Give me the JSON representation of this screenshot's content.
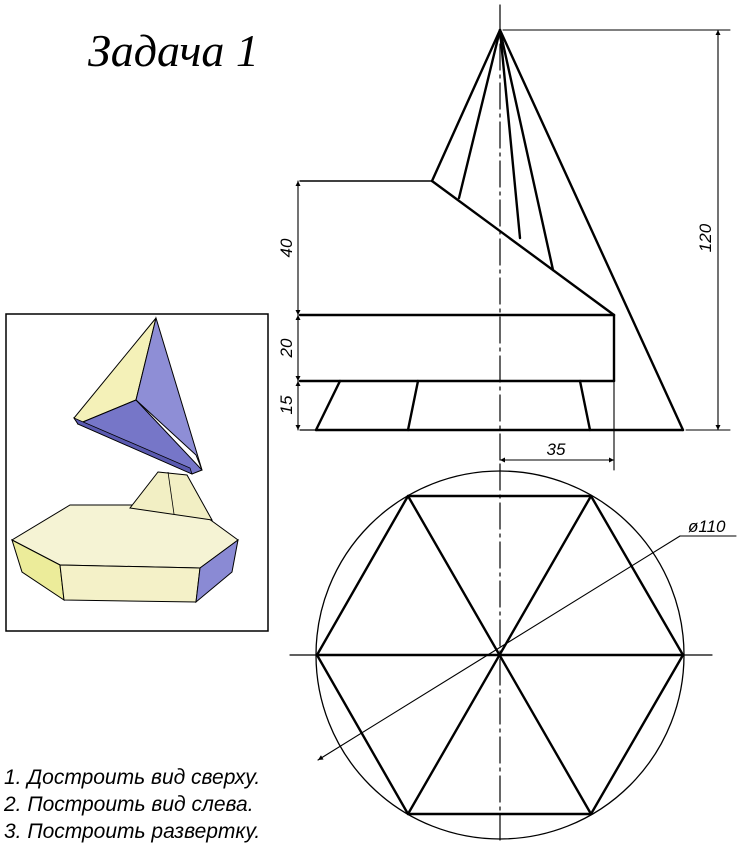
{
  "title": "Задача 1",
  "dimensions": {
    "height_total": "120",
    "height_prism_cut": "40",
    "height_prism": "20",
    "height_frustum": "15",
    "radius": "35",
    "diameter": "ø110"
  },
  "tasks": [
    "1. Достроить вид сверху.",
    "2. Построить вид слева.",
    "3. Построить развертку."
  ]
}
